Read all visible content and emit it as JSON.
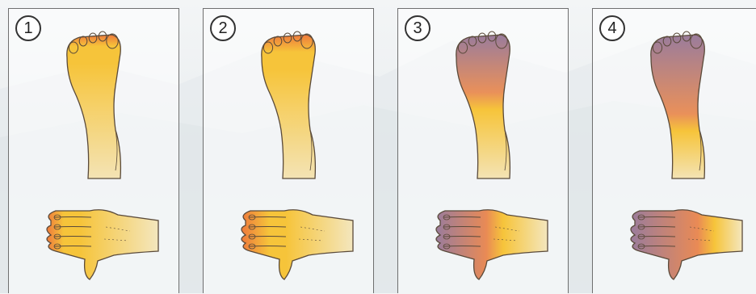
{
  "panels": [
    {
      "label": "1",
      "foot_frostbite": 0.08,
      "hand_frostbite": 0.15
    },
    {
      "label": "2",
      "foot_frostbite": 0.12,
      "hand_frostbite": 0.25
    },
    {
      "label": "3",
      "foot_frostbite": 0.4,
      "hand_frostbite": 0.45
    },
    {
      "label": "4",
      "foot_frostbite": 0.55,
      "hand_frostbite": 0.6
    }
  ],
  "colors": {
    "skin_warm": "#f6c43a",
    "inflamed": "#ee7a3c",
    "frostbite": "#9a7c9c",
    "outline": "#5a4a3a"
  }
}
